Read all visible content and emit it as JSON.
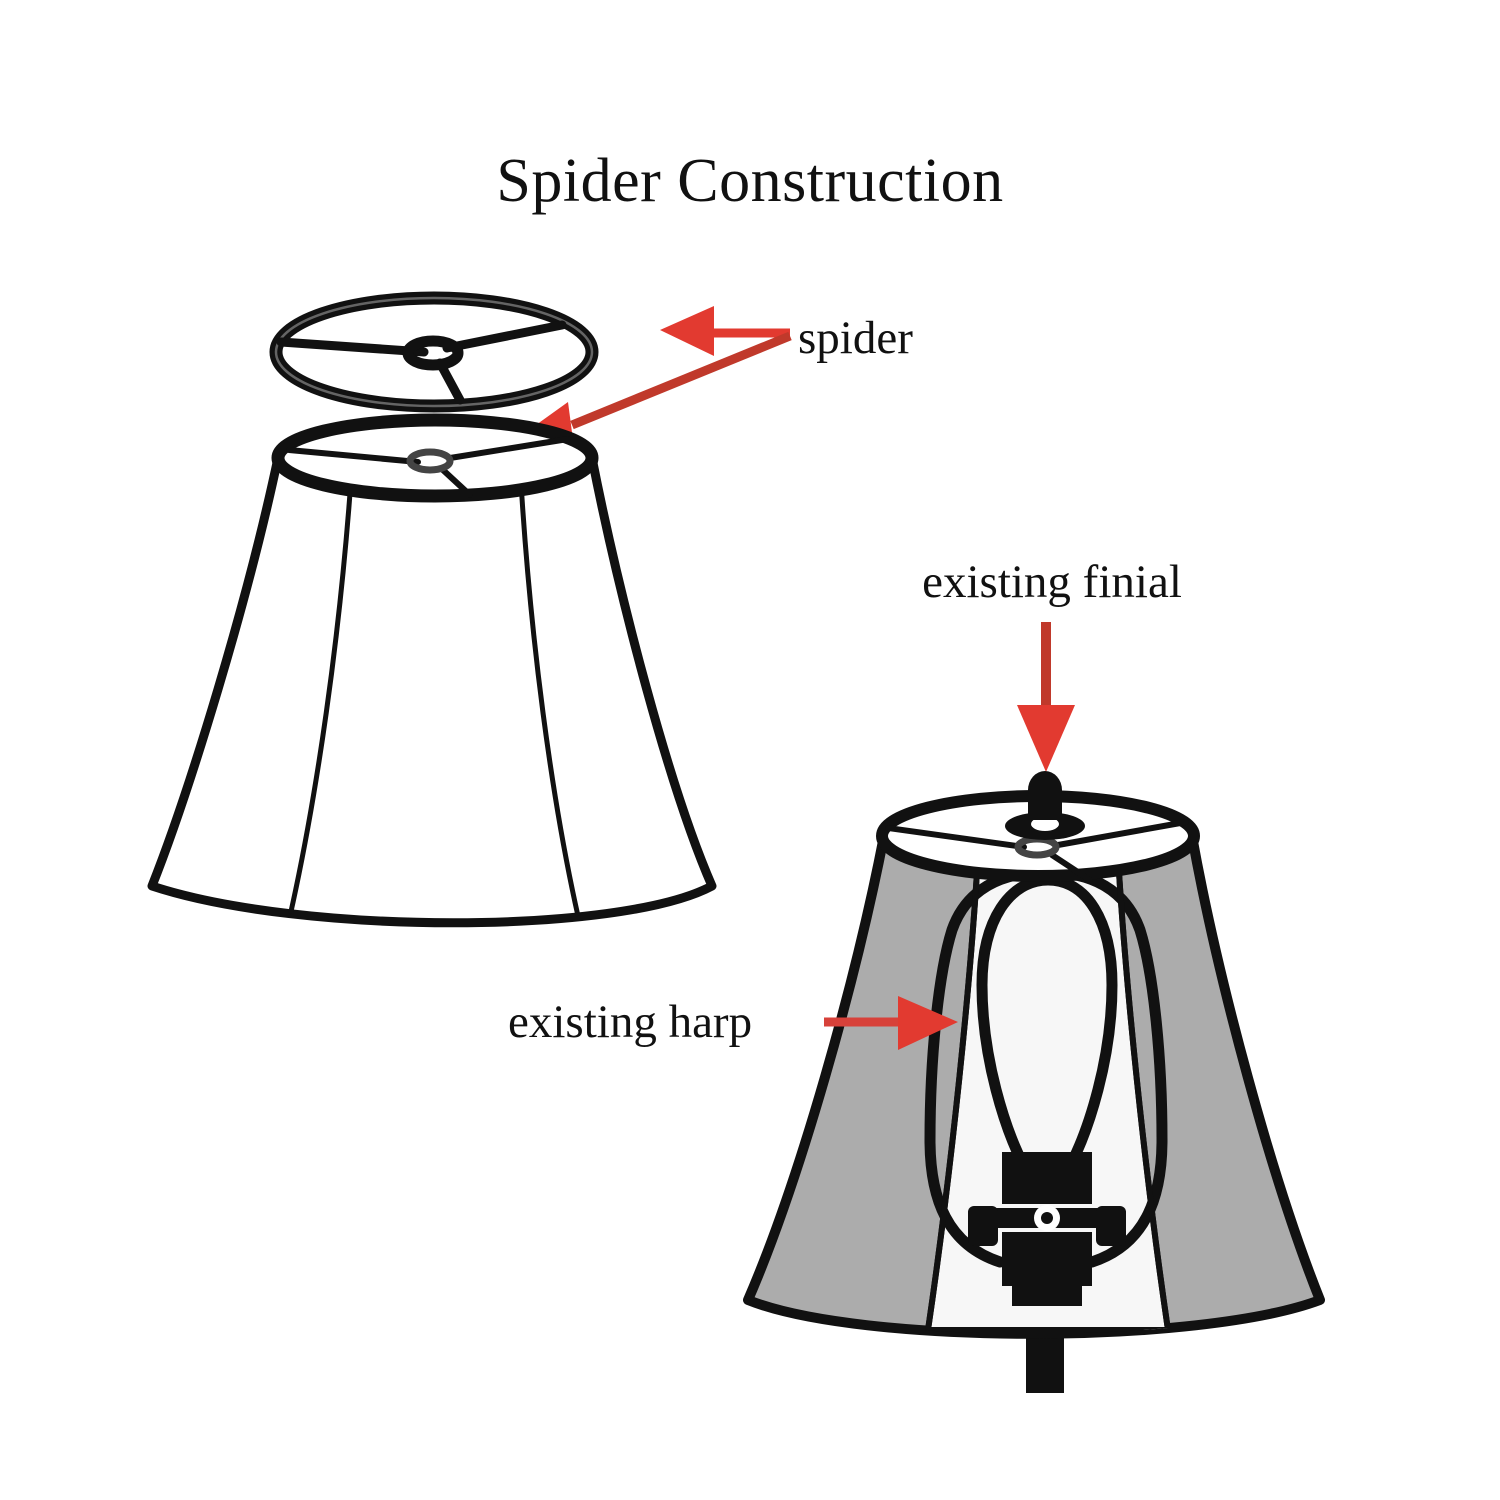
{
  "figure": {
    "title": "Spider Construction",
    "background_color": "#ffffff",
    "ink_color": "#111111",
    "accent_color": "#E23A30",
    "shade_panel_gray": "#ACACAC",
    "shade_panel_white": "#F7F7F7"
  },
  "labels": {
    "spider": "spider",
    "existing_finial": "existing finial",
    "existing_harp": "existing harp"
  },
  "annotations": [
    {
      "id": "spider",
      "text": "spider",
      "color": "#E23A30",
      "arrow_count": 2,
      "points_to": [
        "detached-spider-ring",
        "lampshade-top-ring"
      ]
    },
    {
      "id": "existing-finial",
      "text": "existing finial",
      "color": "#E23A30",
      "arrow_count": 1,
      "arrow_direction": "down",
      "points_to": [
        "finial-cap"
      ]
    },
    {
      "id": "existing-harp",
      "text": "existing harp",
      "color": "#E23A30",
      "arrow_count": 1,
      "arrow_direction": "right",
      "points_to": [
        "harp-left-arm"
      ]
    }
  ],
  "parts": {
    "detached_spider": {
      "name": "spider",
      "spoke_count": 3,
      "has_center_hub_ring": true
    },
    "left_lampshade": {
      "name": "lampshade with spider fitting",
      "fill": "#ffffff",
      "seam_count": 2,
      "shows_spider_at_top": true
    },
    "right_lampshade": {
      "name": "lampshade mounted on lamp (cutaway)",
      "side_panel_fill": "#ACACAC",
      "center_panel_fill": "#F7F7F7",
      "seam_count": 2,
      "shows_bulb": true,
      "shows_socket": true,
      "shows_harp": true,
      "shows_finial": true
    }
  }
}
